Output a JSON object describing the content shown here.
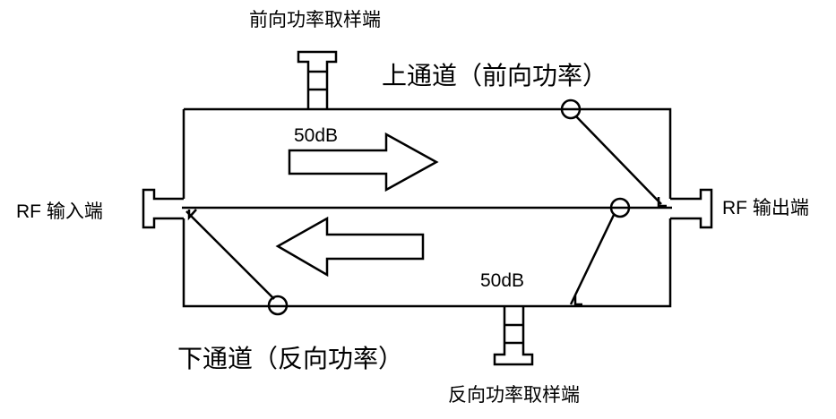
{
  "labels": {
    "forward_port": "前向功率取样端",
    "upper_channel": "上通道（前向功率）",
    "forward_coupling": "50dB",
    "rf_input": "RF 输入端",
    "rf_output": "RF 输出端",
    "reverse_coupling": "50dB",
    "lower_channel": "下通道（反向功率）",
    "reverse_port": "反向功率取样端"
  },
  "colors": {
    "stroke": "#000000",
    "fill": "#ffffff"
  }
}
